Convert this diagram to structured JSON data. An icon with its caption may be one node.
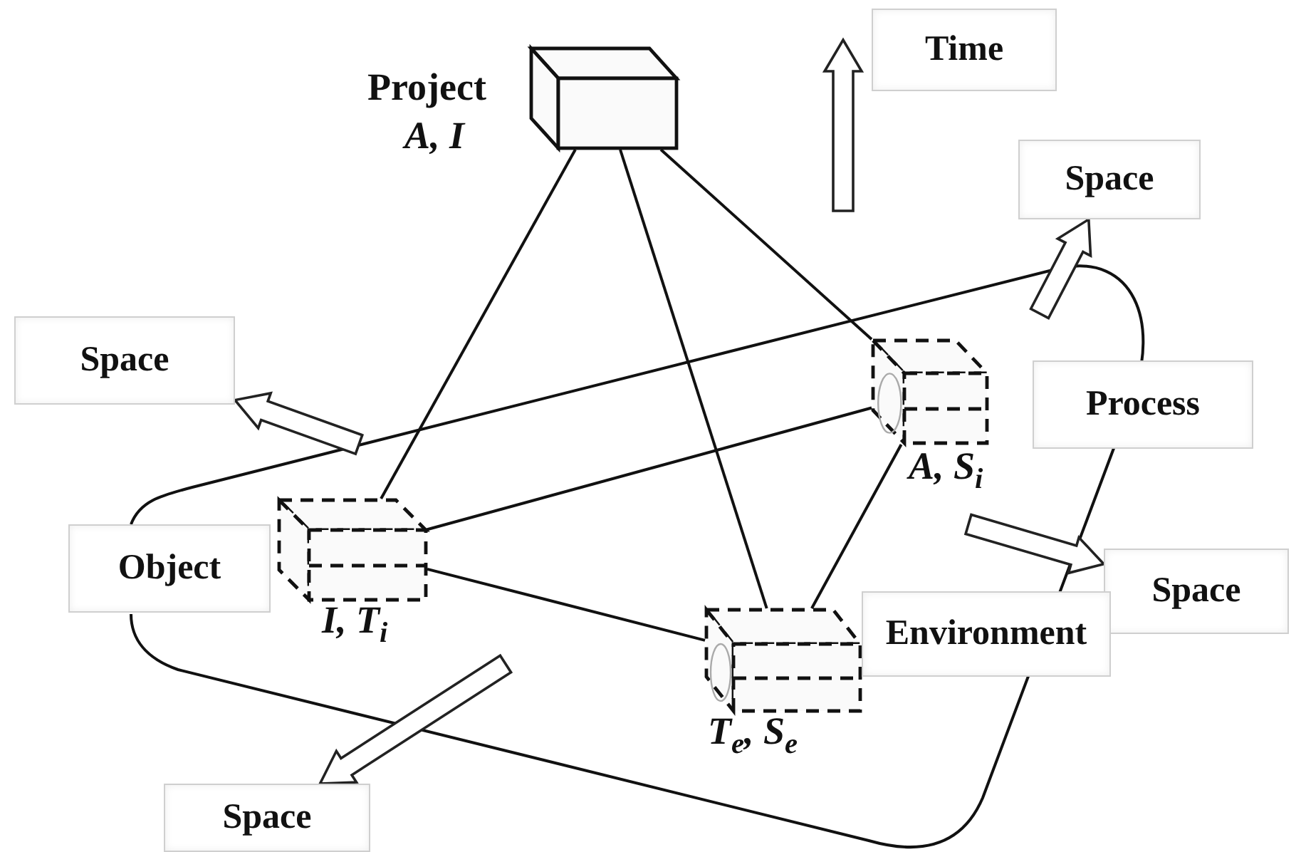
{
  "diagram": {
    "nodes": [
      {
        "text": [],
        "shape": "box",
        "beside": [
          "Project",
          "A, I"
        ]
      },
      {
        "text": [
          "Time"
        ]
      },
      {
        "text": [
          "Space"
        ]
      },
      {
        "text": [
          "Space"
        ]
      },
      {
        "text": [],
        "shape": "box",
        "beside": [
          "A, S$_{i}$"
        ]
      },
      {
        "text": [
          "Process"
        ]
      },
      {
        "text": [
          "Object"
        ]
      },
      {
        "text": [],
        "shape": "box",
        "beside": [
          "I, T$_{i}$"
        ]
      },
      {
        "text": [
          "Space"
        ]
      },
      {
        "text": [],
        "shape": "box",
        "beside": [
          "T$_{e}$, S$_{e}$"
        ]
      },
      {
        "text": [
          "Environment"
        ]
      },
      {
        "text": [
          "Space"
        ]
      }
    ],
    "edges": [
      {
        "from": 0,
        "to": 7,
        "arrow": "none"
      },
      {
        "from": 0,
        "to": 9,
        "arrow": "none"
      },
      {
        "from": 0,
        "to": 4,
        "arrow": "none"
      },
      {
        "from": 7,
        "to": 4,
        "arrow": "none"
      },
      {
        "from": 7,
        "to": 9,
        "arrow": "none"
      },
      {
        "from": 9,
        "to": 4,
        "arrow": "none"
      },
      {
        "from": null,
        "to": 2,
        "arrow": "to",
        "style": "thick"
      },
      {
        "from": null,
        "to": 3,
        "arrow": "to",
        "style": "thick"
      },
      {
        "from": null,
        "to": 8,
        "arrow": "to",
        "style": "thick"
      },
      {
        "from": null,
        "to": 11,
        "arrow": "to",
        "style": "thick"
      }
    ]
  }
}
